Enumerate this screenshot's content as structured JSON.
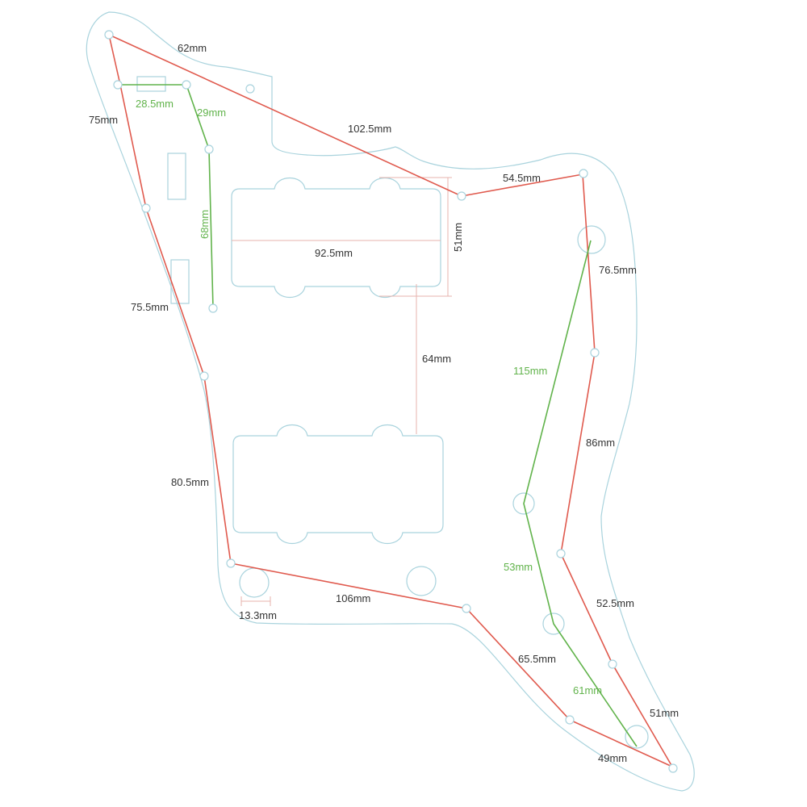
{
  "colors": {
    "outline": "#a9d3dd",
    "red_line": "#e05a4e",
    "green_line": "#61b34b",
    "dimension": "#e7b3ad",
    "label_text": "#333333"
  },
  "labels": {
    "red": {
      "top_edge": "62mm",
      "upper_left_edge": "75mm",
      "top_diagonal": "102.5mm",
      "top_right": "54.5mm",
      "left_middle": "75.5mm",
      "right_upper": "76.5mm",
      "left_lower": "80.5mm",
      "right_middle": "86mm",
      "bottom_edge": "106mm",
      "right_lower": "52.5mm",
      "bottom_horn": "65.5mm",
      "horn_tip_right": "51mm",
      "horn_tip_bottom": "49mm"
    },
    "green": {
      "switch_top": "28.5mm",
      "switch_diagonal": "29mm",
      "switch_vertical": "68mm",
      "controls_long": "115mm",
      "controls_mid": "53mm",
      "controls_short": "61mm"
    },
    "dimensions": {
      "pickup_width": "92.5mm",
      "pickup_height": "51mm",
      "pickup_spacing": "64mm",
      "knob_diameter": "13.3mm"
    }
  }
}
